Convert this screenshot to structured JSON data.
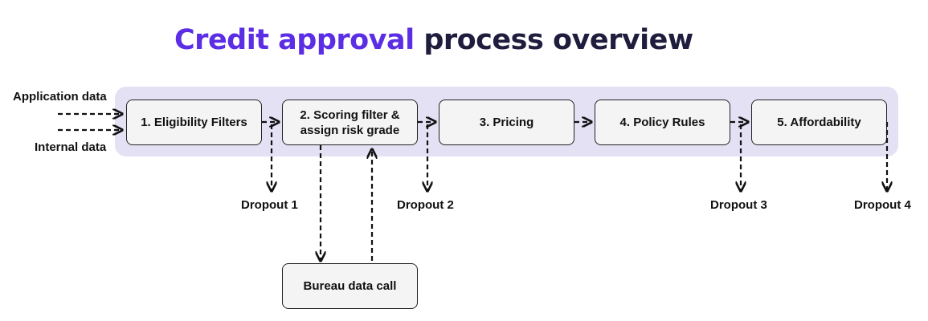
{
  "title": {
    "highlight": "Credit approval",
    "rest": "process overview",
    "highlight_color": "#5b2ee5",
    "text_color": "#1f1d3d"
  },
  "colors": {
    "band": "#e5e1f5",
    "box_fill": "#f4f4f4",
    "stroke": "#222222"
  },
  "inputs": {
    "top": "Application data",
    "bottom": "Internal data"
  },
  "steps": [
    {
      "label": "1. Eligibility Filters"
    },
    {
      "label": "2. Scoring filter & assign risk grade"
    },
    {
      "label": "3. Pricing"
    },
    {
      "label": "4. Policy Rules"
    },
    {
      "label": "5. Affordability"
    }
  ],
  "dropouts": [
    "Dropout 1",
    "Dropout 2",
    "Dropout 3",
    "Dropout 4"
  ],
  "external": {
    "label": "Bureau data call"
  }
}
